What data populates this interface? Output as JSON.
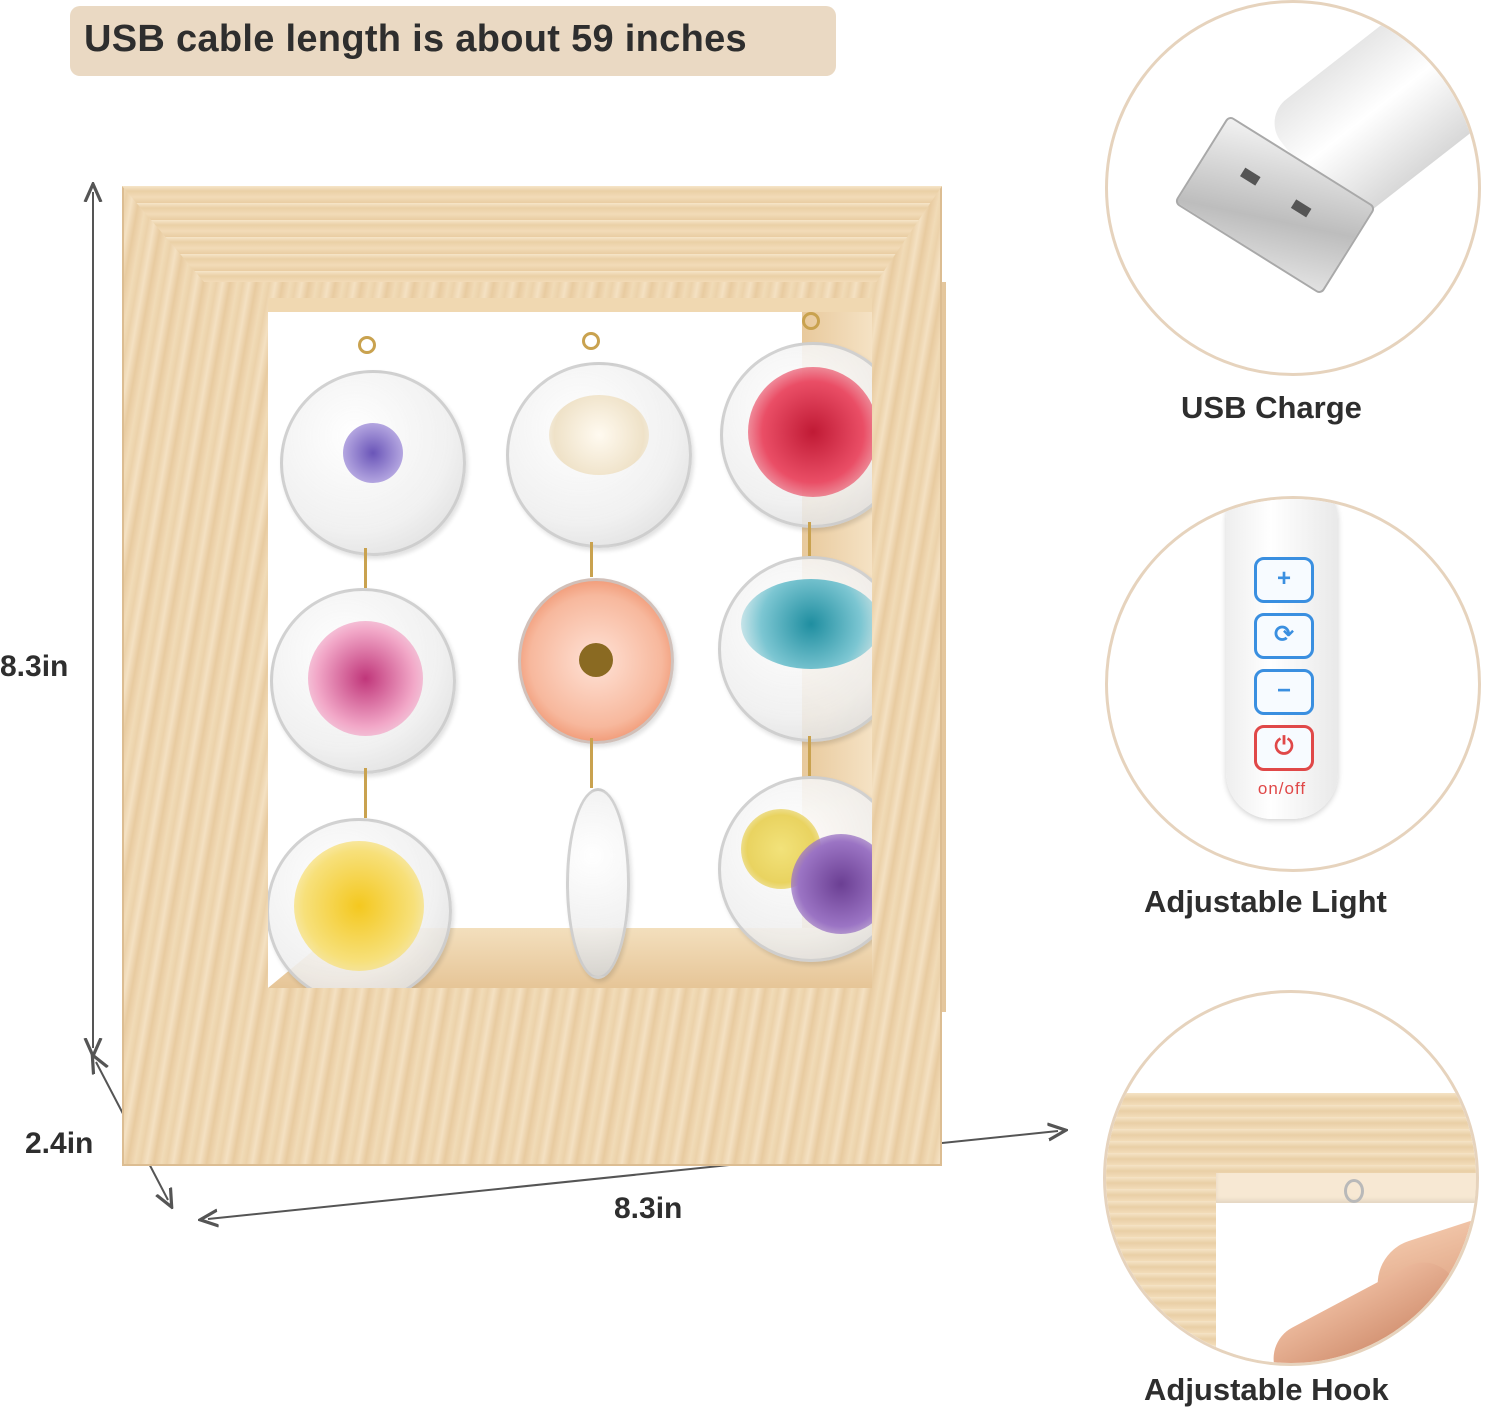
{
  "banner": {
    "text": "USB cable length is about 59 inches"
  },
  "dimensions": {
    "height": "8.3in",
    "depth": "2.4in",
    "width": "8.3in"
  },
  "features": [
    {
      "caption": "USB Charge",
      "icon": "usb-plug-icon"
    },
    {
      "caption": "Adjustable Light",
      "icon": "remote-control-icon",
      "buttons": [
        "+",
        "⟳",
        "−",
        "⏻"
      ],
      "power_label": "on/off"
    },
    {
      "caption": "Adjustable Hook",
      "icon": "hook-icon"
    }
  ],
  "colors": {
    "banner_bg": "#ead9c3",
    "wood": "#f1dcb8",
    "remote_button": "#3a8fe0",
    "power_button": "#e04848"
  }
}
